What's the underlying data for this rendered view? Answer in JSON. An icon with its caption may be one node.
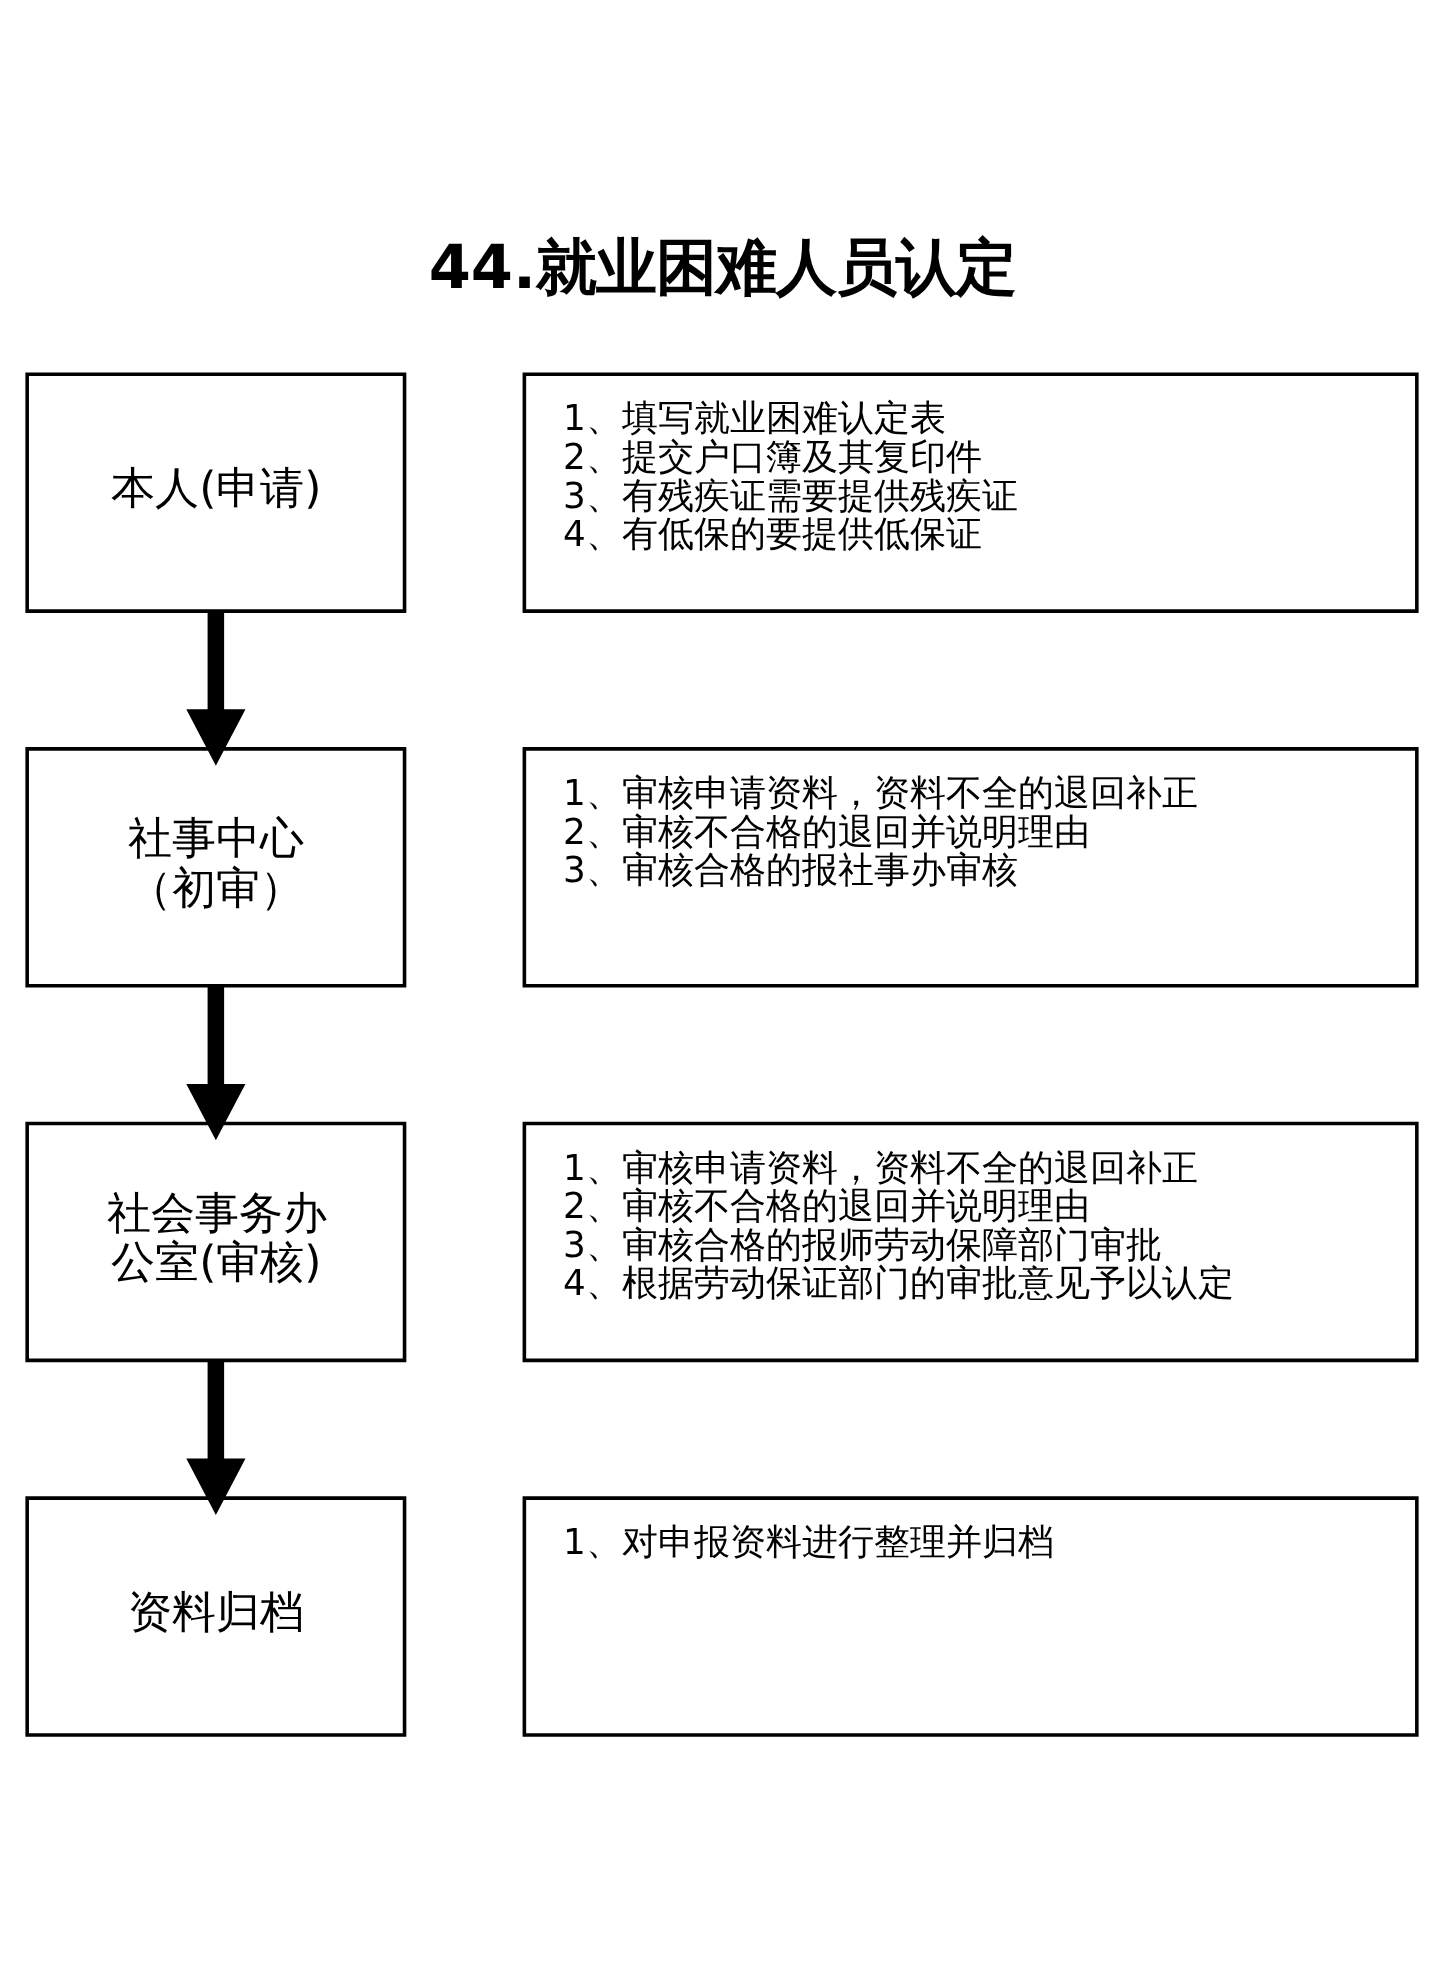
{
  "diagram": {
    "title": "44.就业困难人员认定",
    "nodes": [
      {
        "text": [
          "本人(申请)"
        ]
      },
      {
        "text": [
          "1、填写就业困难认定表",
          "2、提交户口簿及其复印件",
          "3、有残疾证需要提供残疾证",
          "4、有低保的要提供低保证"
        ]
      },
      {
        "text": [
          "社事中心（初审）"
        ]
      },
      {
        "text": [
          "1、审核申请资料，资料不全的退回补正",
          "2、审核不合格的退回并说明理由",
          "3、审核合格的报社事办审核"
        ]
      },
      {
        "text": [
          "社会事务办公室(审核)"
        ]
      },
      {
        "text": [
          "1、审核申请资料，资料不全的退回补正",
          "2、审核不合格的退回并说明理由",
          "3、审核合格的报师劳动保障部门审批",
          "4、根据劳动保证部门的审批意见予以认定"
        ]
      },
      {
        "text": [
          "资料归档"
        ]
      },
      {
        "text": [
          "1、对申报资料进行整理并归档"
        ]
      }
    ],
    "edges": [
      {
        "from": 0,
        "to": 2,
        "arrow": "to"
      },
      {
        "from": 2,
        "to": 4,
        "arrow": "to"
      },
      {
        "from": 4,
        "to": 6,
        "arrow": "to"
      }
    ]
  }
}
